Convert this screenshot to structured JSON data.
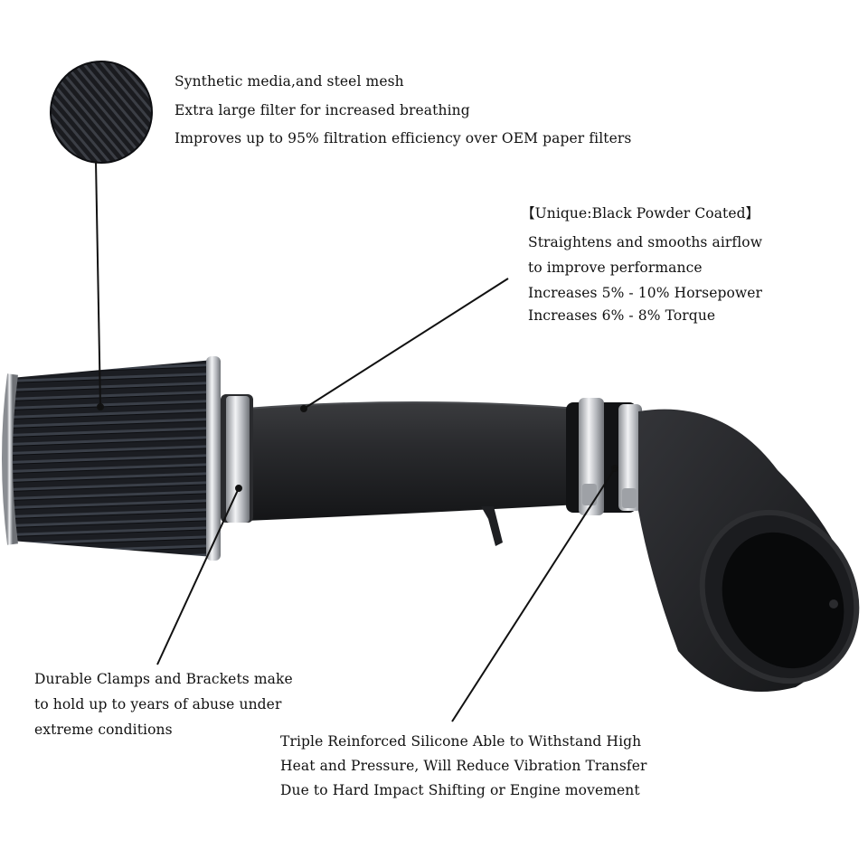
{
  "callouts": {
    "filter_media": {
      "lines": [
        "Synthetic media,and steel mesh",
        "Extra large filter for increased breathing",
        "Improves up to 95% filtration efficiency over OEM paper filters"
      ]
    },
    "pipe": {
      "lines": [
        "【Unique:Black Powder Coated】",
        "Straightens and smooths airflow",
        "to improve performance",
        "Increases 5% - 10% Horsepower",
        "Increases 6% - 8%  Torque"
      ]
    },
    "clamps": {
      "lines": [
        "Durable Clamps and Brackets make",
        "to hold up to years of abuse under",
        "extreme conditions"
      ]
    },
    "silicone": {
      "lines": [
        "Triple Reinforced Silicone Able to Withstand High",
        "Heat and Pressure, Will Reduce Vibration Transfer",
        "Due to Hard Impact Shifting or Engine movement"
      ]
    }
  },
  "colors": {
    "product_black": "#1c1d1f",
    "chrome": "#c9ccd0",
    "leader_line": "#111111"
  }
}
